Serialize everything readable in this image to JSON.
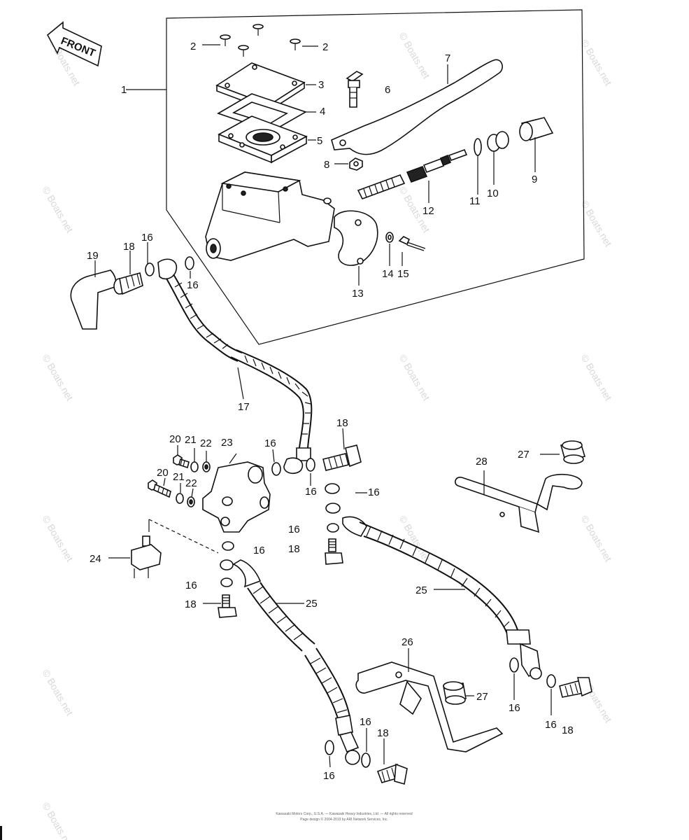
{
  "direction_arrow": {
    "label": "FRONT"
  },
  "watermark": {
    "text": "© Boats.net"
  },
  "callouts": {
    "c1": "1",
    "c2a": "2",
    "c2b": "2",
    "c3": "3",
    "c4": "4",
    "c5": "5",
    "c6": "6",
    "c7": "7",
    "c8": "8",
    "c9": "9",
    "c10": "10",
    "c11": "11",
    "c12": "12",
    "c13": "13",
    "c14": "14",
    "c15": "15",
    "c16a": "16",
    "c16b": "16",
    "c17": "17",
    "c18a": "18",
    "c19": "19",
    "c18b": "18",
    "c16c": "16",
    "c23": "23",
    "c20a": "20",
    "c21a": "21",
    "c22a": "22",
    "c20b": "20",
    "c21b": "21",
    "c22b": "22",
    "c16d": "16",
    "c16e": "16",
    "c16f": "16",
    "c16g": "16",
    "c18c": "18",
    "c24": "24",
    "c16h": "16",
    "c18d": "18",
    "c25a": "25",
    "c25b": "25",
    "c27a": "27",
    "c28": "28",
    "c26": "26",
    "c27b": "27",
    "c16i": "16",
    "c16j": "16",
    "c18e": "18",
    "c16k": "16",
    "c18f": "18",
    "c16l": "16"
  },
  "copyright": {
    "line1": "Kawasaki Motors Corp., U.S.A. — Kawasaki Heavy Industries, Ltd. — All rights reserved",
    "line2": "Page design © 2004-2019 by ARI Network Services, Inc."
  }
}
